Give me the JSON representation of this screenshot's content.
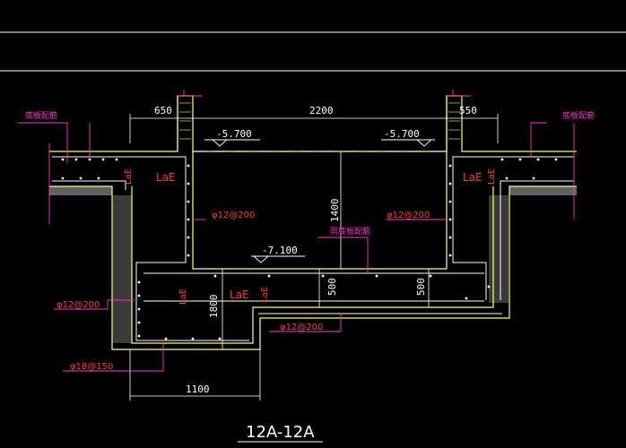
{
  "title": "12A-12A",
  "dims": {
    "left_top": "650",
    "mid_top": "2200",
    "right_top": "550",
    "depth_total": "1400",
    "bottom_left": "1800",
    "bottom_width": "1100",
    "step_left": "500",
    "step_right": "500"
  },
  "elevations": {
    "left": "-5.700",
    "right": "-5.700",
    "bottom": "-7.100"
  },
  "rebar": {
    "left_wall": "φ12@200",
    "right_wall": "φ12@200",
    "bottom_left": "φ12@200",
    "bottom_mid": "φ12@200",
    "bottom_bar": "φ18@150"
  },
  "anchor": {
    "lae": "LaE",
    "lae_labels": [
      "LaE",
      "LaE",
      "LaE",
      "LaE",
      "LaE",
      "LaE",
      "LaE"
    ]
  },
  "notes": {
    "left_slab": "底板配筋",
    "right_slab": "底板配筋",
    "center": "同底板配筋"
  },
  "colors": {
    "background": "#000000",
    "outline": "#ffff66",
    "rebar": "#ffffff",
    "dim": "#ffffff",
    "magenta": "#ff33cc",
    "red": "#ff3b3b"
  }
}
